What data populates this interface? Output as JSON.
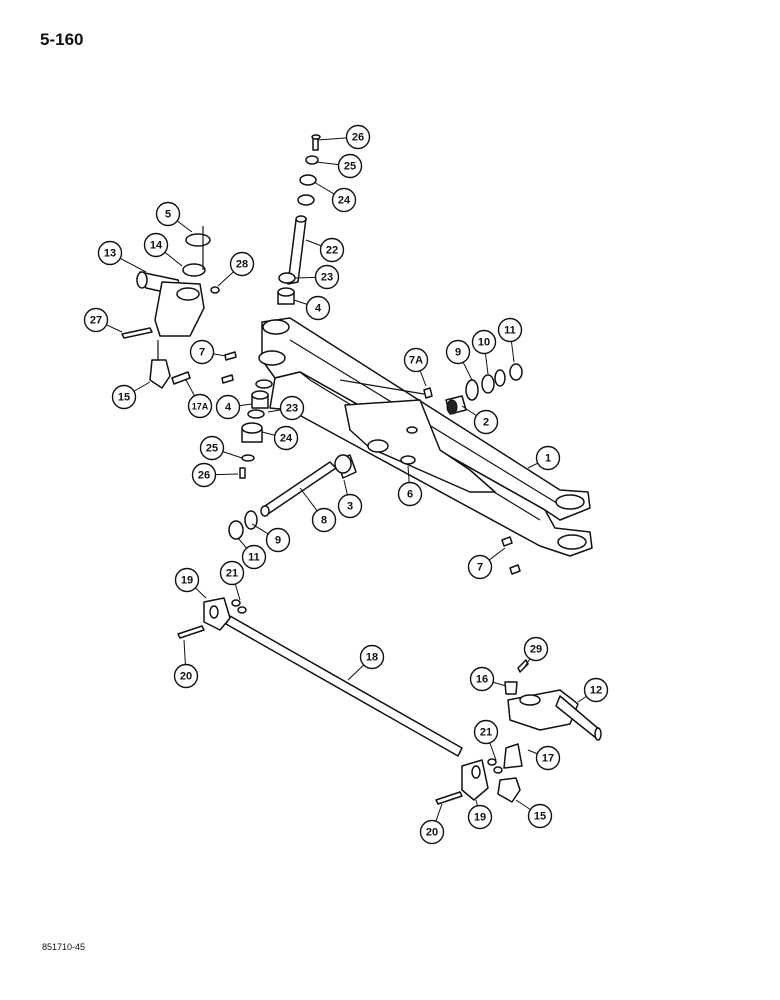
{
  "page": {
    "number": "5-160",
    "document_code": "851710-45"
  },
  "callouts": [
    {
      "label": "26"
    },
    {
      "label": "25"
    },
    {
      "label": "24"
    },
    {
      "label": "22"
    },
    {
      "label": "23"
    },
    {
      "label": "4"
    },
    {
      "label": "5"
    },
    {
      "label": "14"
    },
    {
      "label": "13"
    },
    {
      "label": "28"
    },
    {
      "label": "27"
    },
    {
      "label": "7"
    },
    {
      "label": "15"
    },
    {
      "label": "17A"
    },
    {
      "label": "7A"
    },
    {
      "label": "9"
    },
    {
      "label": "10"
    },
    {
      "label": "11"
    },
    {
      "label": "2"
    },
    {
      "label": "4"
    },
    {
      "label": "23"
    },
    {
      "label": "24"
    },
    {
      "label": "25"
    },
    {
      "label": "26"
    },
    {
      "label": "1"
    },
    {
      "label": "6"
    },
    {
      "label": "3"
    },
    {
      "label": "8"
    },
    {
      "label": "9"
    },
    {
      "label": "11"
    },
    {
      "label": "7"
    },
    {
      "label": "19"
    },
    {
      "label": "21"
    },
    {
      "label": "20"
    },
    {
      "label": "18"
    },
    {
      "label": "29"
    },
    {
      "label": "16"
    },
    {
      "label": "12"
    },
    {
      "label": "21"
    },
    {
      "label": "17"
    },
    {
      "label": "20"
    },
    {
      "label": "19"
    },
    {
      "label": "15"
    }
  ]
}
